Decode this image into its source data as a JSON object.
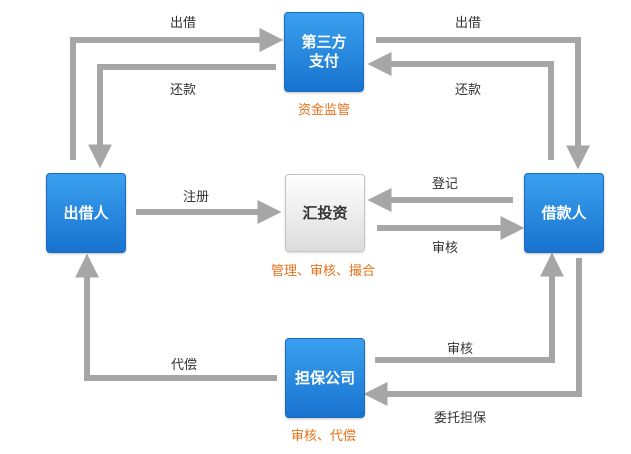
{
  "nodes": {
    "third_party": "第三方\n支付",
    "platform": "汇投资",
    "lender": "出借人",
    "borrower": "借款人",
    "guarantor": "担保公司"
  },
  "subtitles": {
    "third_party": "资金监管",
    "platform": "管理、审核、撮合",
    "guarantor": "审核、代偿"
  },
  "edges": {
    "lender_lend": "出借",
    "lender_repay": "还款",
    "borrower_lend": "出借",
    "borrower_repay": "还款",
    "register_to_platform": "注册",
    "borrower_register": "登记",
    "platform_review": "审核",
    "guarantor_review": "审核",
    "compensate": "代偿",
    "entrust_guarantee": "委托担保"
  },
  "colors": {
    "arrow": "#a6a6a6",
    "node_blue": "#1f82dc",
    "subtitle": "#e8711a"
  }
}
